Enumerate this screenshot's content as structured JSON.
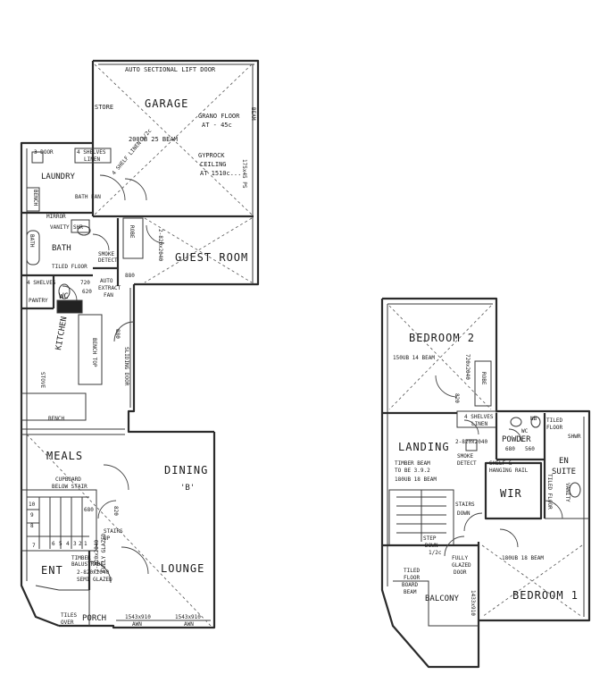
{
  "ground": {
    "garage": {
      "title": "GARAGE",
      "door": "AUTO SECTIONAL LIFT DOOR",
      "store": "STORE",
      "floor_1": "GRANO FLOOR",
      "floor_2": "AT - 45c",
      "beam": "200UB 25 BEAM",
      "ceiling_1": "GYPROCK",
      "ceiling_2": "CEILING",
      "ceiling_3": "AT 1510c...",
      "beam_right": "BEAM",
      "post": "175x45 PS"
    },
    "laundry": {
      "title": "LAUNDRY",
      "door": "3 DOOR",
      "linen_1": "4 SHELVES",
      "linen_2": "LINEN",
      "bench": "BENCH",
      "bath_fan": "BATH FAN",
      "shelves": "4 SHELF LINEN 1/2c"
    },
    "bath": {
      "title": "BATH",
      "mirror": "MIRROR",
      "vanity": "VANITY",
      "shower": "SHR",
      "bath_label": "BATH",
      "tiled": "TILED FLOOR"
    },
    "robe": "ROBE",
    "guest": {
      "title": "GUEST ROOM",
      "size": "2-820x2040"
    },
    "smoke_1": "SMOKE",
    "smoke_2": "DETECT",
    "wc": {
      "title": "WC",
      "d1": "720",
      "d2": "620",
      "extract_1": "AUTO",
      "extract_2": "EXTRACT",
      "extract_3": "FAN"
    },
    "d880": "880",
    "pantry": {
      "title": "PANTRY",
      "shelves": "4 SHELVES"
    },
    "kitchen": {
      "title": "KITCHEN",
      "bench": "BENCH TOP",
      "stove": "STOVE",
      "bench_low": "BENCH"
    },
    "sliding": "SLIDING DOOR",
    "d880b": "880",
    "meals": "MEALS",
    "dining": {
      "title": "DINING",
      "code": "'B'"
    },
    "cupboard_1": "CUPBOARD",
    "cupboard_2": "BELOW STAIR",
    "stairs_up_1": "STAIRS",
    "stairs_up_2": "UP",
    "d680": "680",
    "d820": "820",
    "steps": [
      "7",
      "6",
      "5",
      "4",
      "3",
      "2",
      "1",
      "8",
      "9",
      "10"
    ],
    "timber_1": "TIMBER",
    "timber_2": "BALUSTRADE",
    "timber_3": "2-820x2040",
    "timber_4": "SEMI GLAZED",
    "glazed_1": "2-820x2040",
    "glazed_2": "FULLY GLAZED",
    "lounge": "LOUNGE",
    "ent": "ENT",
    "porch": "PORCH",
    "tiles_1": "TILES",
    "tiles_2": "OVER",
    "window_1": "1543x910",
    "window_1b": "AWN",
    "window_2": "1543x910",
    "window_2b": "AWN"
  },
  "upper": {
    "bed2": {
      "title": "BEDROOM 2",
      "beam": "150UB 14 BEAM",
      "door": "720x2040",
      "d820": "820"
    },
    "robe": "ROBE",
    "linen_1": "4 SHELVES",
    "linen_2": "LINEN",
    "landing": "LANDING",
    "beam_1": "TIMBER BEAM",
    "beam_2": "TO BE 3.9.2",
    "beam_3": "180UB 18 BEAM",
    "smoke_1": "SMOKE",
    "smoke_2": "DETECT",
    "stairs_1": "STAIRS",
    "stairs_2": "DOWN",
    "d820": "2-820x2040",
    "powder": "POWDER",
    "wc": "WC",
    "nb": "NB",
    "d680": "680",
    "d560": "560",
    "tiled_1": "TILED",
    "tiled_2": "FLOOR",
    "shelf_1": "SHELF &",
    "shelf_2": "HANGING RAIL",
    "wir": "WIR",
    "ensuite_1": "EN",
    "ensuite_2": "SUITE",
    "tiled_floor": "TILED FLOOR",
    "shower": "SHWR",
    "vanity": "VANITY",
    "step_1": "STEP",
    "step_2": "DOWN",
    "step_3": "1/2c",
    "fully_1": "FULLY",
    "fully_2": "GLAZED",
    "fully_3": "DOOR",
    "tiler_1": "TILED",
    "tiler_2": "FLOOR",
    "tiler_3": "BOARD",
    "tiler_4": "BEAM",
    "balcony": "BALCONY",
    "balc_win": "1433x910",
    "beam_bed1": "180UB 18 BEAM",
    "bed1": "BEDROOM 1"
  }
}
